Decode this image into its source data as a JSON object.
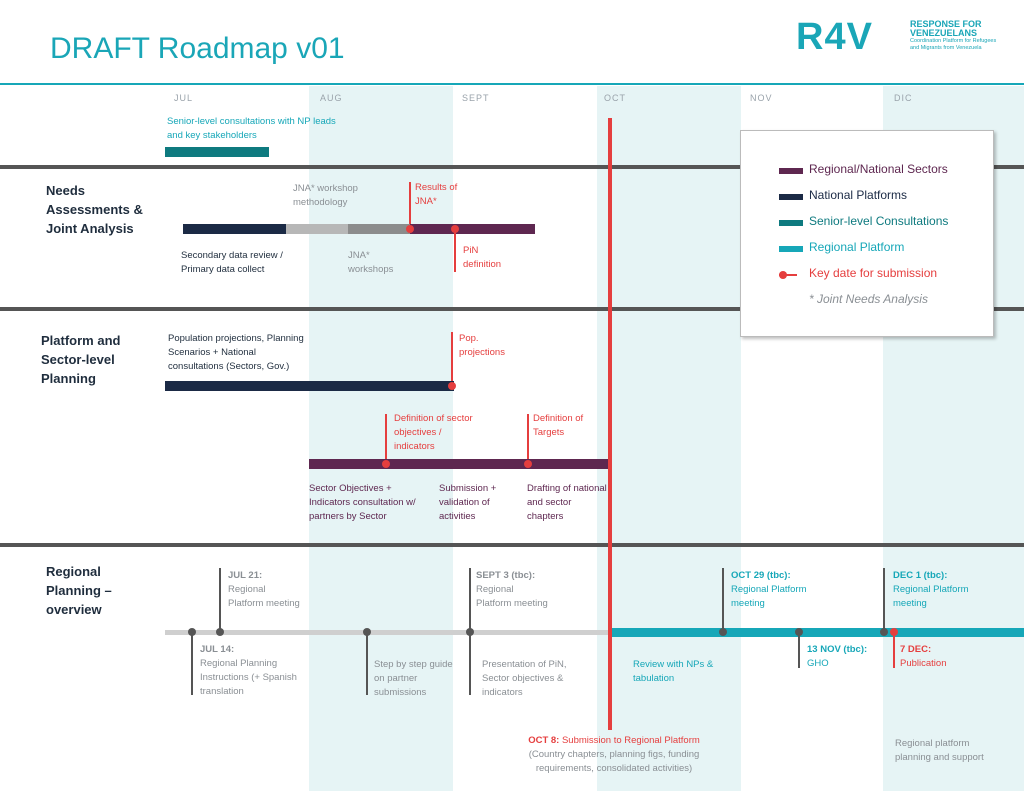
{
  "title": "DRAFT Roadmap v01",
  "logo": {
    "mark": "R4V",
    "line1": "RESPONSE FOR",
    "line2": "VENEZUELANS",
    "subtitle": "Coordination Platform for Refugees and Migrants from Venezuela"
  },
  "months": [
    "JUL",
    "AUG",
    "SEPT",
    "OCT",
    "NOV",
    "DIC"
  ],
  "colors": {
    "regional_national_sectors": "#5e2750",
    "national_platforms": "#1b2a45",
    "senior_consultations": "#0e7a7f",
    "regional_platform": "#16a7b8",
    "key_date": "#e53e3e",
    "month_band": "#e6f4f5"
  },
  "top": {
    "senior_label": "Senior-level consultations with NP leads and key stakeholders"
  },
  "sections": {
    "needs": "Needs Assessments & Joint Analysis",
    "platform": "Platform and Sector-level Planning",
    "regional": "Regional Planning – overview"
  },
  "needs": {
    "jna_method": "JNA* workshop methodology",
    "results_jna": "Results of JNA*",
    "secondary": "Secondary data review / Primary data collect",
    "jna_workshops": "JNA* workshops",
    "pin_def": "PiN definition"
  },
  "platform": {
    "pop_proj_consult": "Population projections, Planning Scenarios + National consultations (Sectors, Gov.)",
    "pop_proj": "Pop. projections",
    "def_sector_obj": "Definition of sector objectives / indicators",
    "def_targets": "Definition of Targets",
    "sector_obj_consult": "Sector Objectives + Indicators consultation w/ partners by Sector",
    "submission_validation": "Submission + validation of activities",
    "drafting": "Drafting of national and sector chapters"
  },
  "regional": {
    "jul21_date": "JUL 21:",
    "jul21_text": "Regional Platform meeting",
    "sept3_date": "SEPT 3 (tbc):",
    "sept3_text": "Regional Platform meeting",
    "oct29_date": "OCT 29 (tbc):",
    "oct29_text": "Regional Platform meeting",
    "dec1_date": "DEC 1 (tbc):",
    "dec1_text": "Regional Platform meeting",
    "jul14_date": "JUL 14:",
    "jul14_text": "Regional Planning Instructions (+ Spanish translation",
    "step_guide": "Step by step guide on partner submissions",
    "presentation": "Presentation of PiN, Sector objectives & indicators",
    "review": "Review with NPs & tabulation",
    "nov13_date": "13 NOV (tbc):",
    "nov13_text": "GHO",
    "dec7_date": "7 DEC:",
    "dec7_text": "Publication",
    "oct8_date": "OCT 8:",
    "oct8_rest": "Submission to Regional Platform",
    "oct8_detail": "(Country chapters, planning figs, funding requirements, consolidated activities)",
    "support": "Regional platform planning and support"
  },
  "legend": {
    "items": [
      {
        "label": "Regional/National Sectors",
        "color": "#5e2750"
      },
      {
        "label": "National Platforms",
        "color": "#1b2a45"
      },
      {
        "label": "Senior-level Consultations",
        "color": "#0e7a7f"
      },
      {
        "label": "Regional Platform",
        "color": "#16a7b8"
      },
      {
        "label": "Key date for submission",
        "color": "#e53e3e"
      }
    ],
    "footnote": "* Joint Needs Analysis"
  }
}
